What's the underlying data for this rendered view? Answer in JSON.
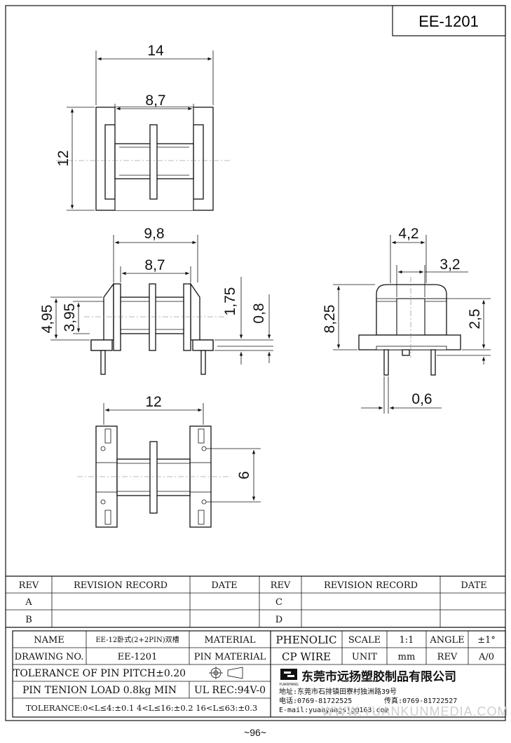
{
  "model_box": "EE-1201",
  "page_number": "~96~",
  "watermark": "WWW.YUANKUNMEDIA.COM",
  "dimensions": {
    "top_overall": "14",
    "top_window": "8,7",
    "top_height": "12",
    "side_overall": "9,8",
    "side_window": "8,7",
    "side_outer": "4,95",
    "side_inner": "3,95",
    "side_pin_offset": "1,75",
    "side_pin_height": "0,8",
    "end_width": "4,2",
    "end_core": "3,2",
    "end_height": "8,25",
    "end_pin_offset": "2,5",
    "end_pin_dia": "0,6",
    "bottom_overall": "12",
    "bottom_pitch": "6"
  },
  "revision": {
    "rev_header": "REV",
    "record_header": "REVISION RECORD",
    "date_header": "DATE",
    "rows_left": [
      "A",
      "B"
    ],
    "rows_right": [
      "C",
      "D"
    ]
  },
  "title_block": {
    "name_label": "NAME",
    "name_value": "EE-12卧式(2+2PIN)双槽",
    "material_label": "MATERIAL",
    "material_value": "PHENOLIC",
    "scale_label": "SCALE",
    "scale_value": "1:1",
    "angle_label": "ANGLE",
    "angle_value": "±1°",
    "drawing_no_label": "DRAWING NO.",
    "drawing_no_value": "EE-1201",
    "pin_material_label": "PIN MATERIAL",
    "pin_material_value": "CP WIRE",
    "unit_label": "UNIT",
    "unit_value": "mm",
    "rev_label": "REV",
    "rev_value": "A/0",
    "pitch_tolerance": "TOLERANCE OF PIN PITCH±0.20",
    "pin_load": "PIN TENION LOAD 0.8kg MIN",
    "ul_rec": "UL REC:94V-0",
    "tolerance": "TOLERANCE:0<L≤4:±0.1  4<L≤16:±0.2  16<L≤63:±0.3",
    "company": "东莞市远扬塑胶制品有限公司",
    "logo_text": "YUANYANG",
    "address": "地址:东莞市石排镇田寮村独洲路39号",
    "phone": "电话:0769-81722525",
    "fax": "传真:0769-81722527",
    "email": "E-mail:yuanyangsjg@163.com"
  }
}
